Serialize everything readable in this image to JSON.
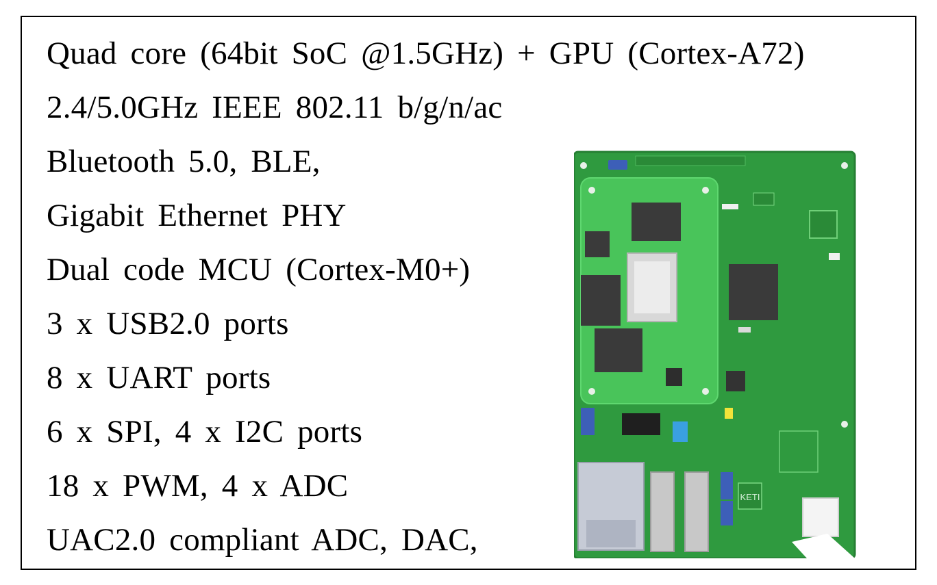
{
  "spec_lines": [
    "Quad core (64bit SoC @1.5GHz) + GPU (Cortex-A72)",
    "2.4/5.0GHz IEEE 802.11 b/g/n/ac",
    "Bluetooth 5.0, BLE,",
    "Gigabit Ethernet PHY",
    "Dual code MCU (Cortex-M0+)",
    "3 x USB2.0 ports",
    "8 x UART ports",
    "6 x SPI, 4 x I2C ports",
    "18 x PWM, 4 x ADC",
    "UAC2.0 compliant ADC, DAC,"
  ],
  "board_logo": "KETI",
  "colors": {
    "pcb": "#2f9a3f",
    "module": "#49c45a",
    "chip": "#3a3a3a",
    "connector": "#c6cbd6"
  }
}
